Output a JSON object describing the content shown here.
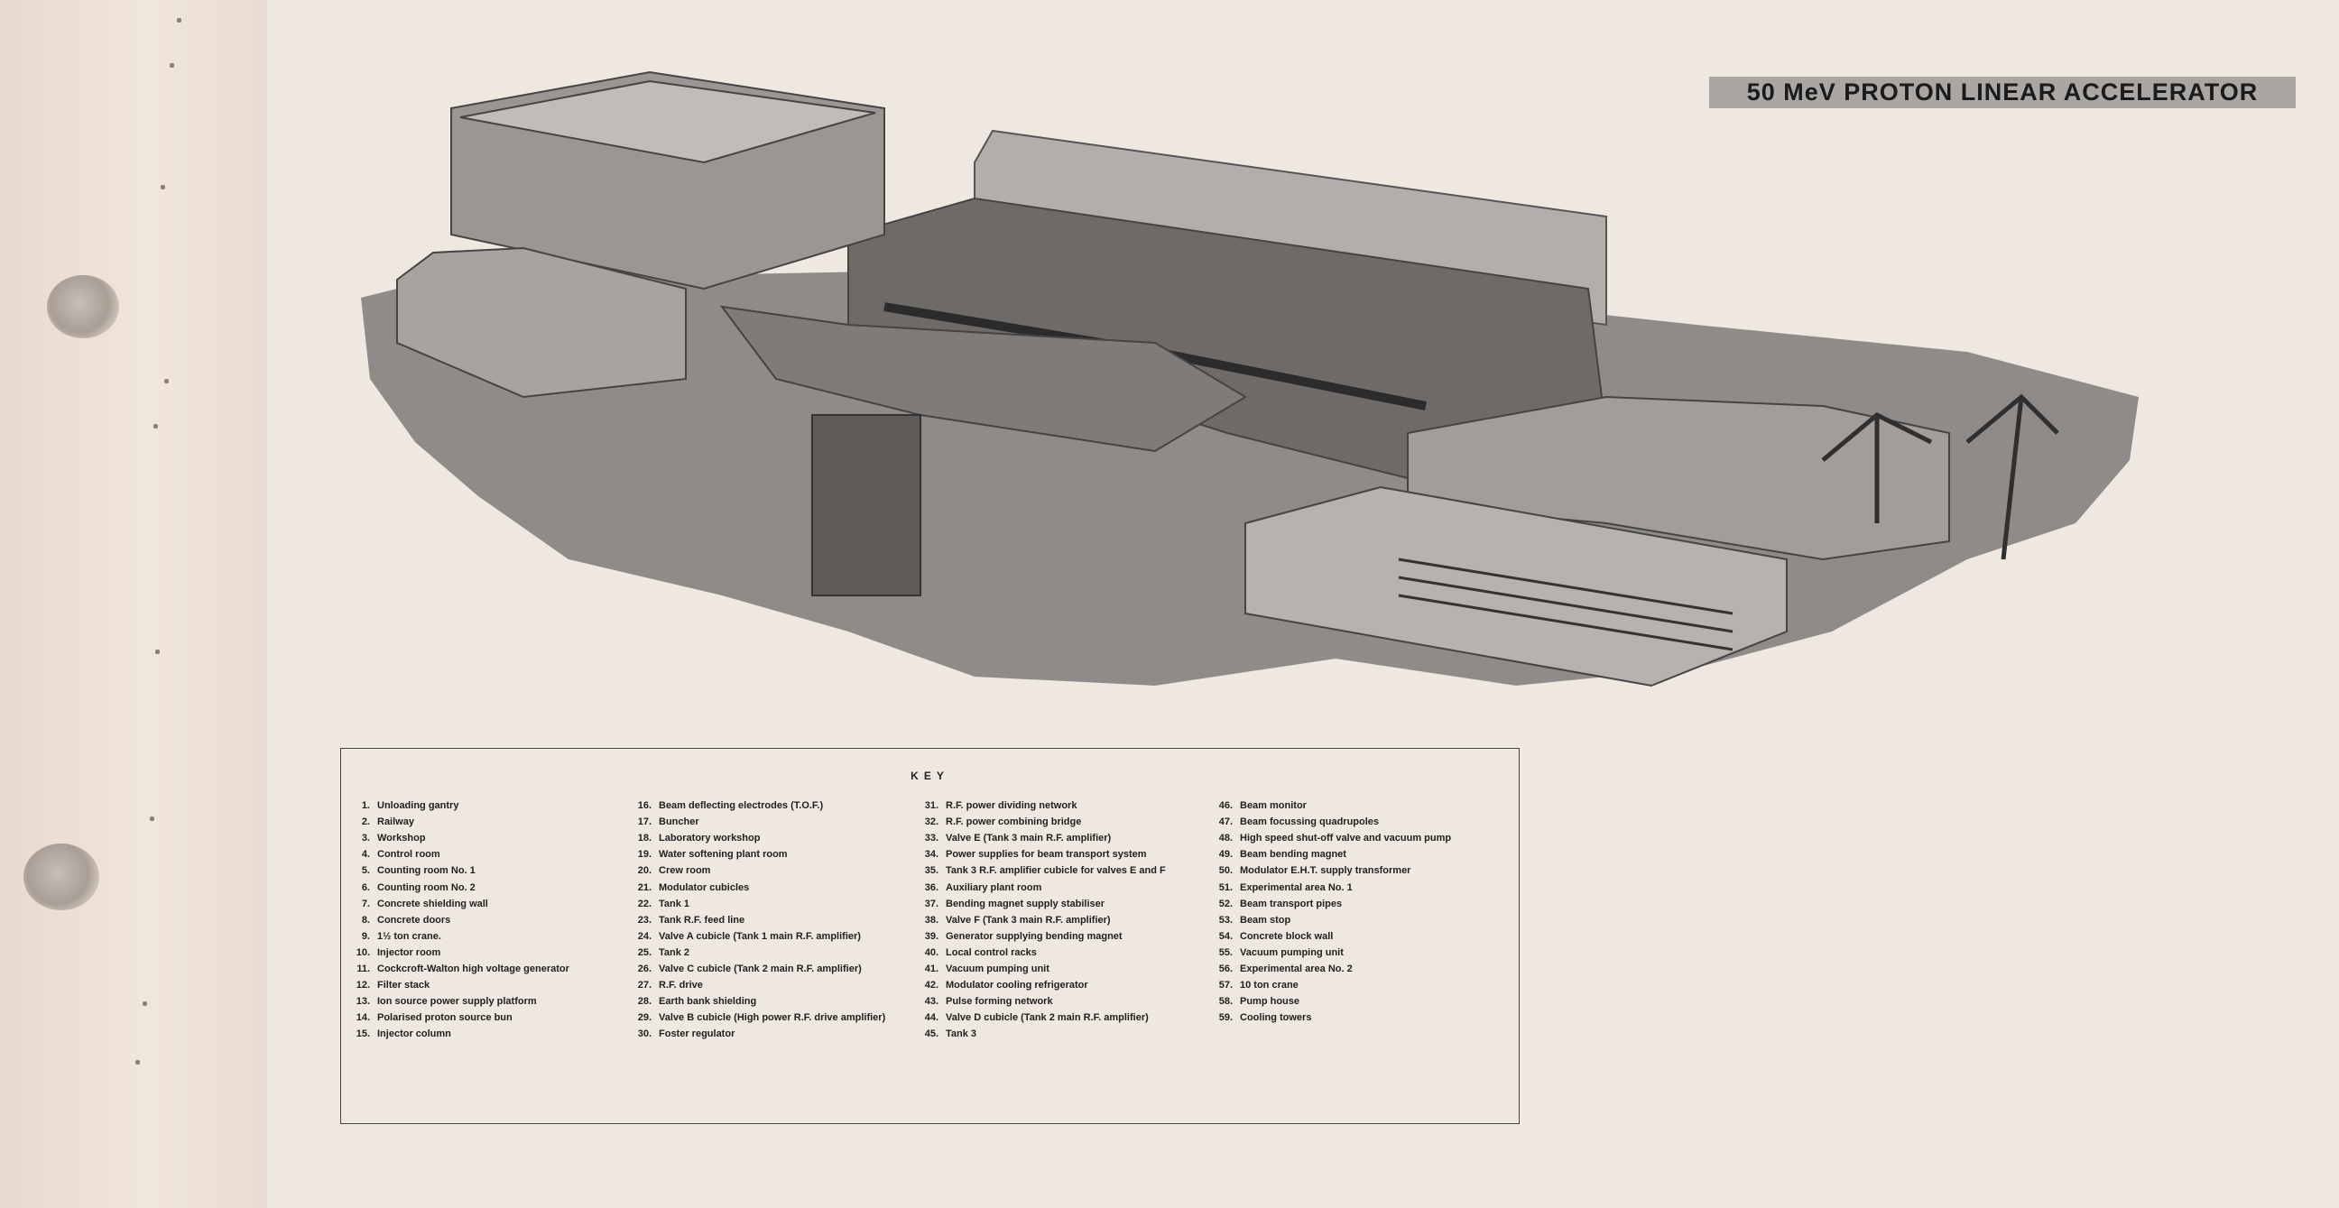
{
  "title": "50 MeV PROTON LINEAR ACCELERATOR",
  "key": {
    "heading": "KEY",
    "columns": [
      [
        {
          "num": "1.",
          "label": "Unloading gantry"
        },
        {
          "num": "2.",
          "label": "Railway"
        },
        {
          "num": "3.",
          "label": "Workshop"
        },
        {
          "num": "4.",
          "label": "Control room"
        },
        {
          "num": "5.",
          "label": "Counting room No. 1"
        },
        {
          "num": "6.",
          "label": "Counting room No. 2"
        },
        {
          "num": "7.",
          "label": "Concrete shielding wall"
        },
        {
          "num": "8.",
          "label": "Concrete doors"
        },
        {
          "num": "9.",
          "label": "1½ ton crane."
        },
        {
          "num": "10.",
          "label": "Injector room"
        },
        {
          "num": "11.",
          "label": "Cockcroft-Walton high voltage generator"
        },
        {
          "num": "12.",
          "label": "Filter stack"
        },
        {
          "num": "13.",
          "label": "Ion source power supply platform"
        },
        {
          "num": "14.",
          "label": "Polarised proton source bun"
        },
        {
          "num": "15.",
          "label": "Injector column"
        }
      ],
      [
        {
          "num": "16.",
          "label": "Beam deflecting electrodes (T.O.F.)"
        },
        {
          "num": "17.",
          "label": "Buncher"
        },
        {
          "num": "18.",
          "label": "Laboratory workshop"
        },
        {
          "num": "19.",
          "label": "Water softening plant room"
        },
        {
          "num": "20.",
          "label": "Crew room"
        },
        {
          "num": "21.",
          "label": "Modulator cubicles"
        },
        {
          "num": "22.",
          "label": "Tank 1"
        },
        {
          "num": "23.",
          "label": "Tank R.F. feed line"
        },
        {
          "num": "24.",
          "label": "Valve A cubicle (Tank 1 main R.F. amplifier)"
        },
        {
          "num": "25.",
          "label": "Tank 2"
        },
        {
          "num": "26.",
          "label": "Valve C cubicle (Tank 2 main R.F. amplifier)"
        },
        {
          "num": "27.",
          "label": "R.F. drive"
        },
        {
          "num": "28.",
          "label": "Earth bank shielding"
        },
        {
          "num": "29.",
          "label": "Valve B cubicle (High power R.F. drive amplifier)"
        },
        {
          "num": "30.",
          "label": "Foster regulator"
        }
      ],
      [
        {
          "num": "31.",
          "label": "R.F. power dividing network"
        },
        {
          "num": "32.",
          "label": "R.F. power combining bridge"
        },
        {
          "num": "33.",
          "label": "Valve E (Tank 3 main R.F. amplifier)"
        },
        {
          "num": "34.",
          "label": "Power supplies for beam transport system"
        },
        {
          "num": "35.",
          "label": "Tank 3 R.F. amplifier cubicle for valves E and F"
        },
        {
          "num": "36.",
          "label": "Auxiliary plant room"
        },
        {
          "num": "37.",
          "label": "Bending magnet supply stabiliser"
        },
        {
          "num": "38.",
          "label": "Valve F (Tank 3 main R.F. amplifier)"
        },
        {
          "num": "39.",
          "label": "Generator supplying bending magnet"
        },
        {
          "num": "40.",
          "label": "Local control racks"
        },
        {
          "num": "41.",
          "label": "Vacuum pumping unit"
        },
        {
          "num": "42.",
          "label": "Modulator cooling refrigerator"
        },
        {
          "num": "43.",
          "label": "Pulse forming network"
        },
        {
          "num": "44.",
          "label": "Valve D cubicle (Tank 2 main R.F. amplifier)"
        },
        {
          "num": "45.",
          "label": "Tank 3"
        }
      ],
      [
        {
          "num": "46.",
          "label": "Beam monitor"
        },
        {
          "num": "47.",
          "label": "Beam focussing quadrupoles"
        },
        {
          "num": "48.",
          "label": "High speed shut-off valve and vacuum pump"
        },
        {
          "num": "49.",
          "label": "Beam bending magnet"
        },
        {
          "num": "50.",
          "label": "Modulator E.H.T. supply transformer"
        },
        {
          "num": "51.",
          "label": "Experimental area No. 1"
        },
        {
          "num": "52.",
          "label": "Beam transport pipes"
        },
        {
          "num": "53.",
          "label": "Beam stop"
        },
        {
          "num": "54.",
          "label": "Concrete block wall"
        },
        {
          "num": "55.",
          "label": "Vacuum pumping unit"
        },
        {
          "num": "56.",
          "label": "Experimental area No. 2"
        },
        {
          "num": "57.",
          "label": "10 ton crane"
        },
        {
          "num": "58.",
          "label": "Pump house"
        },
        {
          "num": "59.",
          "label": "Cooling towers"
        }
      ]
    ]
  }
}
